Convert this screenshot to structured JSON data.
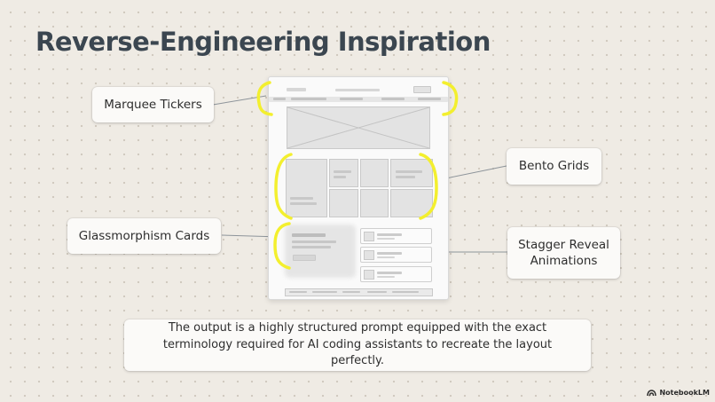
{
  "title": "Reverse-Engineering Inspiration",
  "callouts": {
    "marquee": "Marquee Tickers",
    "bento": "Bento Grids",
    "glass": "Glassmorphism Cards",
    "stagger": "Stagger Reveal Animations"
  },
  "summary": "The output is a highly structured prompt equipped with the exact terminology required for AI coding assistants to recreate the layout perfectly.",
  "brand": "NotebookLM",
  "colors": {
    "highlight": "#f3ef2e",
    "background": "#efebe4",
    "title": "#3b4650",
    "connector": "#8d949a"
  }
}
